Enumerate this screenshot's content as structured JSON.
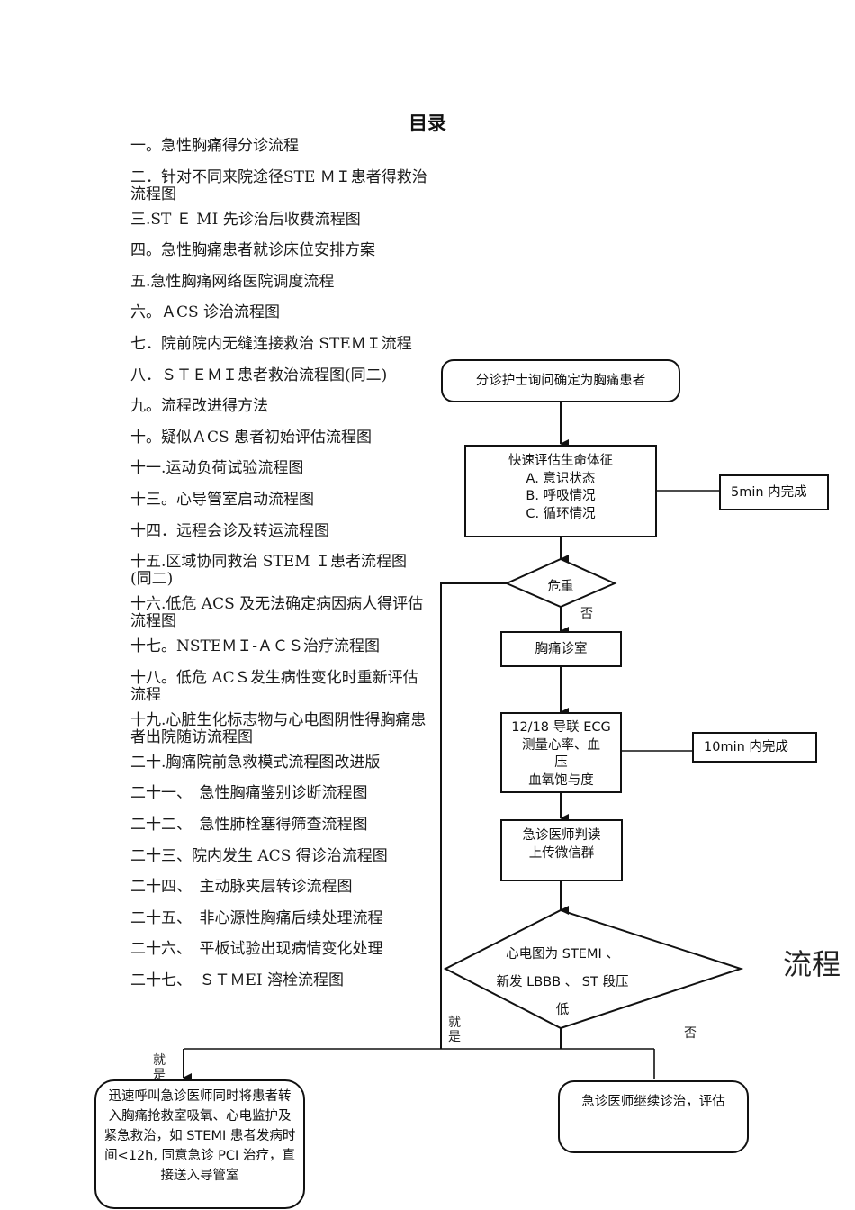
{
  "document": {
    "title": "目录",
    "toc": [
      {
        "num": "一。",
        "text": "急性胸痛得分诊流程"
      },
      {
        "num": "二．",
        "text": "针对不同来院途径STE ＭＩ患者得救治流程图"
      },
      {
        "num": "三.",
        "text": "ST Ｅ MI 先诊治后收费流程图"
      },
      {
        "num": "四。",
        "text": "急性胸痛患者就诊床位安排方案"
      },
      {
        "num": "五.",
        "text": "急性胸痛网络医院调度流程"
      },
      {
        "num": "六。",
        "text": "ＡCS 诊治流程图"
      },
      {
        "num": "七．",
        "text": "院前院内无缝连接救治 STEＭＩ流程"
      },
      {
        "num": "八．",
        "text": "ＳＴＥＭＩ患者救治流程图(同二)"
      },
      {
        "num": "九。",
        "text": "流程改进得方法"
      },
      {
        "num": "十。",
        "text": "疑似ＡCS 患者初始评估流程图"
      },
      {
        "num": "十一.",
        "text": "运动负荷试验流程图"
      },
      {
        "num": "十三。",
        "text": "心导管室启动流程图"
      },
      {
        "num": "十四．",
        "text": "远程会诊及转运流程图"
      },
      {
        "num": "十五.",
        "text": "区域协同救治 STEM Ｉ患者流程图(同二)"
      },
      {
        "num": "十六.",
        "text": "低危 ACS 及无法确定病因病人得评估流程图"
      },
      {
        "num": "十七。",
        "text": "NSTEＭＩ-ＡＣＳ治疗流程图"
      },
      {
        "num": "十八。",
        "text": "低危 ACＳ发生病性变化时重新评估流程"
      },
      {
        "num": "十九.",
        "text": "心脏生化标志物与心电图阴性得胸痛患者出院随访流程图"
      },
      {
        "num": "二十.",
        "text": "胸痛院前急救模式流程图改进版"
      },
      {
        "num": "二十一、",
        "text": "　急性胸痛鉴别诊断流程图"
      },
      {
        "num": "二十二、",
        "text": "　急性肺栓塞得筛查流程图"
      },
      {
        "num": "二十三、",
        "text": "院内发生 ACS 得诊治流程图"
      },
      {
        "num": "二十四、",
        "text": "　主动脉夹层转诊流程图"
      },
      {
        "num": "二十五、",
        "text": "　非心源性胸痛后续处理流程"
      },
      {
        "num": "二十六、",
        "text": "　平板试验出现病情变化处理"
      },
      {
        "num": "二十七、",
        "text": "　ＳＴＭEI 溶栓流程图"
      }
    ],
    "stray_text": "流程"
  },
  "flowchart": {
    "triage": "分诊护士询问确定为胸痛患者",
    "vitals": {
      "title": "快速评估生命体征",
      "items": [
        "A. 意识状态",
        "B. 呼吸情况",
        "C. 循环情况"
      ]
    },
    "note_5min": "5min 内完成",
    "critical": "危重",
    "no_label_1": "否",
    "chest_clinic": "胸痛诊室",
    "ecg": {
      "lines": [
        "12/18 导联 ECG",
        "测量心率、血",
        "压",
        "血氧饱与度"
      ]
    },
    "note_10min": "10min 内完成",
    "doctor_read": {
      "lines": [
        "急诊医师判读",
        "上传微信群"
      ]
    },
    "decision": {
      "lines": [
        "心电图为 STEMI 、",
        "新发 LBBB 、 ST 段压低"
      ]
    },
    "yes_label_left": "就是",
    "yes_label_mid": "就是",
    "no_label_2": "否",
    "emergency_box": "迅速呼叫急诊医师同时将患者转入胸痛抢救室吸氧、心电监护及紧急救治，如 STEMI 患者发病时间<12h, 同意急诊 PCI 治疗，直接送入导管室",
    "continue_box": "急诊医师继续诊治，评估"
  }
}
